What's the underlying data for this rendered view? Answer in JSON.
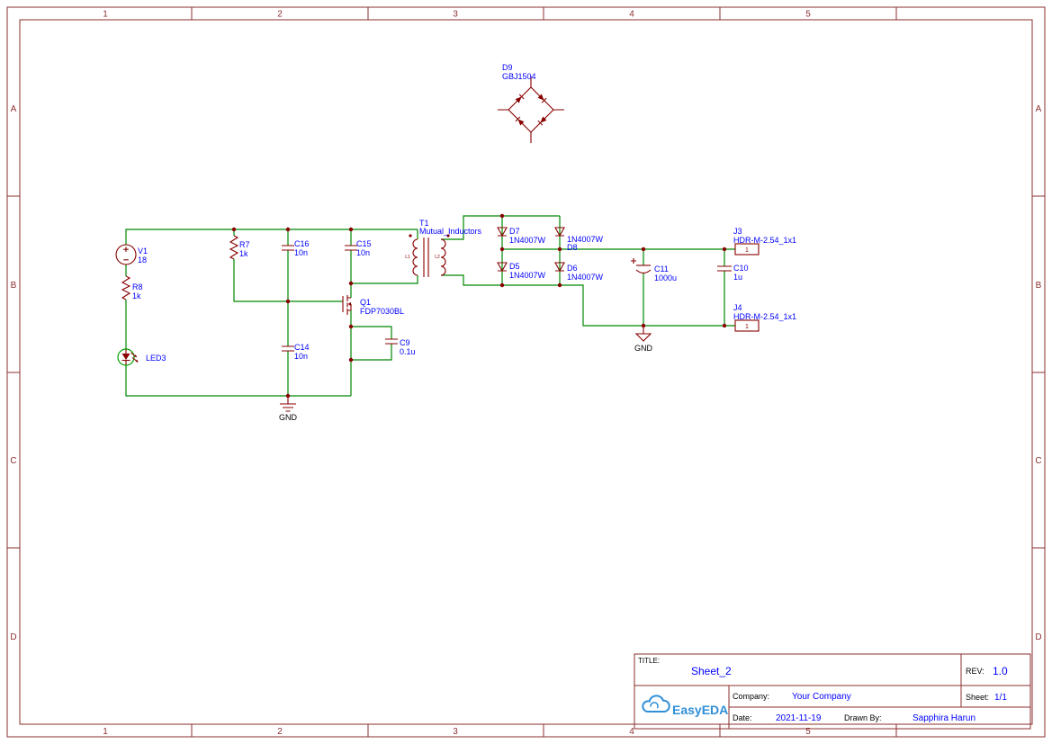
{
  "colors": {
    "frame": "#8b2f2f",
    "wire": "#008800",
    "symbol": "#880000",
    "label": "#0000ff",
    "led": "#00a000",
    "logo": "#2f8fd8"
  },
  "frame": {
    "col_labels": [
      "1",
      "2",
      "3",
      "4",
      "5"
    ],
    "row_labels": [
      "A",
      "B",
      "C",
      "D"
    ]
  },
  "components": {
    "D9": {
      "ref": "D9",
      "value": "GBJ1504"
    },
    "V1": {
      "ref": "V1",
      "value": "18"
    },
    "R8": {
      "ref": "R8",
      "value": "1k"
    },
    "R7": {
      "ref": "R7",
      "value": "1k"
    },
    "C16": {
      "ref": "C16",
      "value": "10n"
    },
    "C15": {
      "ref": "C15",
      "value": "10n"
    },
    "C14": {
      "ref": "C14",
      "value": "10n"
    },
    "C9": {
      "ref": "C9",
      "value": "0.1u"
    },
    "Q1": {
      "ref": "Q1",
      "value": "FDP7030BL"
    },
    "LED3": {
      "ref": "LED3"
    },
    "T1": {
      "ref": "T1",
      "value": "Mutual_Inductors",
      "pin1": "L1",
      "pin2": "L2"
    },
    "D7": {
      "ref": "D7",
      "value": "1N4007W"
    },
    "D8": {
      "ref": "D8",
      "value": "1N4007W"
    },
    "D5": {
      "ref": "D5",
      "value": "1N4007W"
    },
    "D6": {
      "ref": "D6",
      "value": "1N4007W"
    },
    "C11": {
      "ref": "C11",
      "value": "1000u"
    },
    "C10": {
      "ref": "C10",
      "value": "1u"
    },
    "J3": {
      "ref": "J3",
      "value": "HDR-M-2.54_1x1",
      "pin": "1"
    },
    "J4": {
      "ref": "J4",
      "value": "HDR-M-2.54_1x1",
      "pin": "1"
    }
  },
  "flags": {
    "gnd_primary": "GND",
    "gnd_secondary": "GND"
  },
  "title_block": {
    "title_label": "TITLE:",
    "title": "Sheet_2",
    "rev_label": "REV:",
    "rev": "1.0",
    "company_label": "Company:",
    "company": "Your Company",
    "sheet_label": "Sheet:",
    "sheet": "1/1",
    "date_label": "Date:",
    "date": "2021-11-19",
    "drawn_by_label": "Drawn By:",
    "drawn_by": "Sapphira Harun",
    "logo_text": "EasyEDA"
  }
}
